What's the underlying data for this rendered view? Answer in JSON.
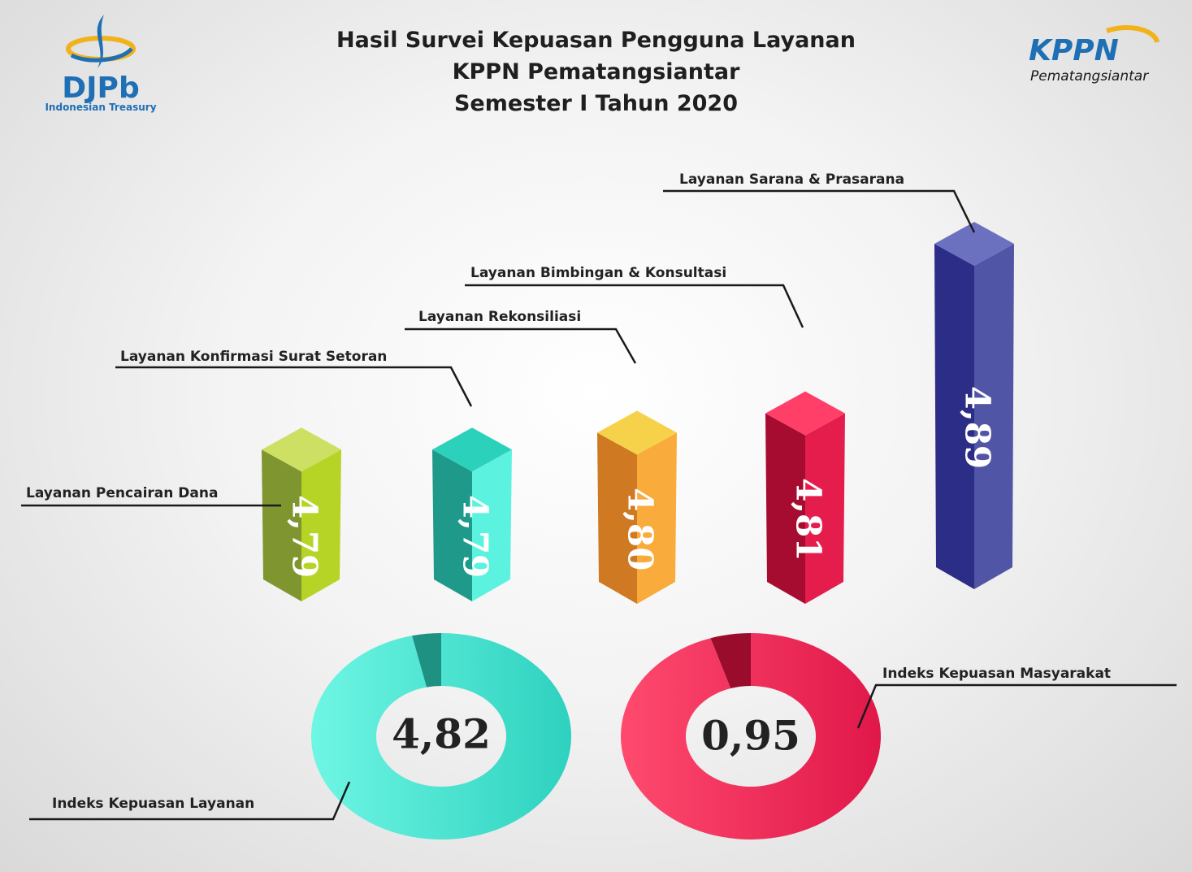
{
  "header": {
    "title_lines": [
      "Hasil Survei Kepuasan Pengguna Layanan",
      "KPPN Pematangsiantar",
      "Semester I Tahun 2020"
    ]
  },
  "logos": {
    "left": {
      "text": "DJPb",
      "subtext": "Indonesian Treasury",
      "color": "#1f6fb5",
      "accent": "#f2b21b"
    },
    "right": {
      "text": "KPPN",
      "subtext": "Pematangsiantar",
      "color": "#1f6fb5",
      "accent": "#f2b21b"
    }
  },
  "chart_data": [
    {
      "type": "bar",
      "categories": [
        "Layanan Pencairan Dana",
        "Layanan Konfirmasi Surat Setoran",
        "Layanan Rekonsiliasi",
        "Layanan Bimbingan & Konsultasi",
        "Layanan Sarana & Prasarana"
      ],
      "values": [
        4.79,
        4.79,
        4.8,
        4.81,
        4.89
      ],
      "value_labels": [
        "4,79",
        "4,79",
        "4,80",
        "4,81",
        "4,89"
      ],
      "colors": [
        {
          "front": "#b6d426",
          "side": "#7f9530",
          "top": "#cde063"
        },
        {
          "front": "#5bf3df",
          "side": "#1f9a8a",
          "top": "#2bd1bb"
        },
        {
          "front": "#f9ab3b",
          "side": "#cf7a23",
          "top": "#f6d24a"
        },
        {
          "front": "#e41d4d",
          "side": "#a60c2f",
          "top": "#ff3f68"
        },
        {
          "front": "#5155a5",
          "side": "#2c2d87",
          "top": "#6b71bf"
        }
      ]
    },
    {
      "type": "pie",
      "title": "Indeks Kepuasan Layanan",
      "value": 4.82,
      "max": 5,
      "value_label": "4,82",
      "colors": {
        "main": "#45e3d0",
        "rest": "#1e9183"
      }
    },
    {
      "type": "pie",
      "title": "Indeks Kepuasan Masyarakat",
      "value": 0.95,
      "max": 1,
      "value_label": "0,95",
      "colors": {
        "main": "#f02a56",
        "rest": "#9a0c2c"
      }
    }
  ]
}
